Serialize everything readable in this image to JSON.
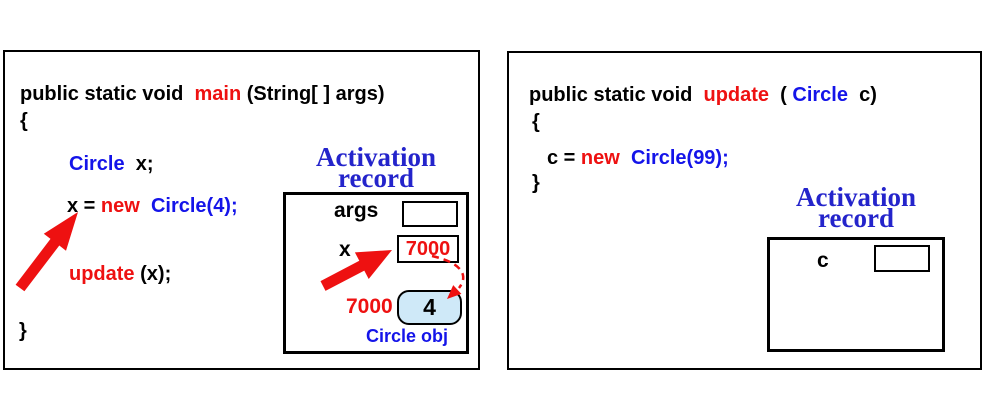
{
  "colors": {
    "code_red": "#ee1111",
    "code_blue": "#1414e9",
    "heading_blue": "#2424cb",
    "object_fill": "#cfe9f8",
    "border_black": "#000000"
  },
  "left_panel": {
    "code": {
      "line1": {
        "a": "public static void  ",
        "b": "main",
        "c": " (String[ ] args)"
      },
      "brace_open": "{",
      "line3": {
        "a": "Circle",
        "b": "  x;"
      },
      "line4": {
        "a": "x = ",
        "b": "new",
        "c": "  Circle(4);"
      },
      "line5": {
        "a": "update",
        "b": " (x);"
      },
      "brace_close": "}"
    },
    "record": {
      "title_line1": "Activation",
      "title_line2": "record",
      "args_label": "args",
      "x_label": "x",
      "x_value": "7000",
      "heap_address": "7000",
      "object_value": "4",
      "object_caption": "Circle obj"
    }
  },
  "right_panel": {
    "code": {
      "line1": {
        "a": "public static void  ",
        "b": "update",
        "c": "  ( ",
        "d": "Circle",
        "e": "  c)"
      },
      "brace_open": "{",
      "line3": {
        "a": "c = ",
        "b": "new",
        "c": "  Circle(99);"
      },
      "brace_close": "}"
    },
    "record": {
      "title_line1": "Activation",
      "title_line2": "record",
      "c_label": "c"
    }
  }
}
